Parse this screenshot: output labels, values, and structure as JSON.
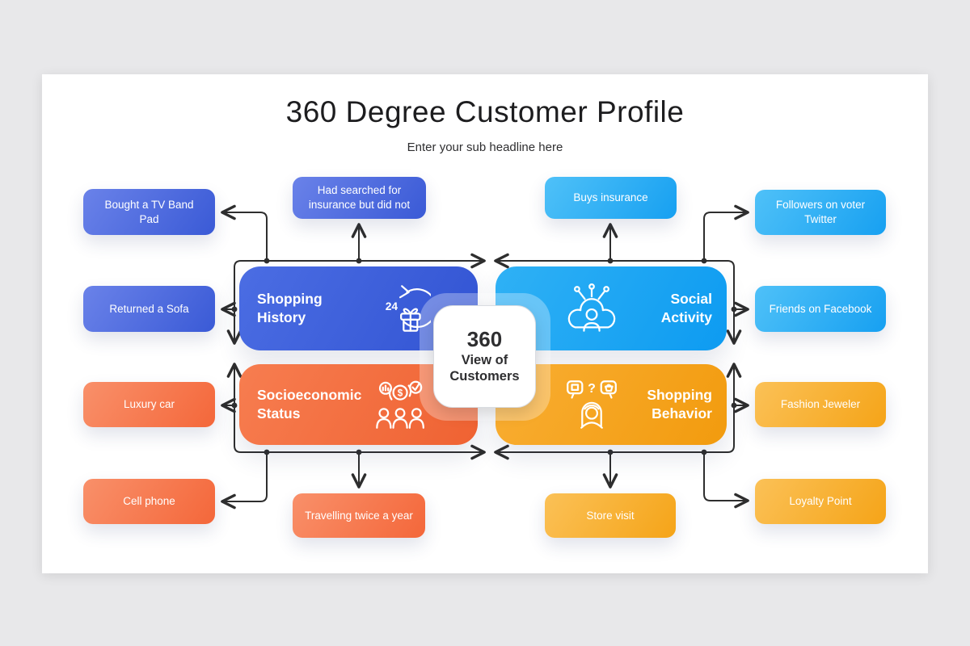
{
  "colors": {
    "page_background": "#e8e8ea",
    "slide_background": "#ffffff",
    "connector": "#2e2e2e",
    "blue_gradient": [
      "#6a82e9",
      "#3a5ad6"
    ],
    "royal_blue_gradient": [
      "#4b6de3",
      "#3254d3"
    ],
    "sky_gradient": [
      "#4fc1f8",
      "#17a0f1"
    ],
    "deep_sky_gradient": [
      "#2fb1f5",
      "#0d9bf1"
    ],
    "orange_gradient": [
      "#f9906a",
      "#f4673a"
    ],
    "deep_orange_gradient": [
      "#f77d50",
      "#ef6232"
    ],
    "amber_gradient": [
      "#fbc157",
      "#f5a418"
    ],
    "deep_amber_gradient": [
      "#f9ae33",
      "#f29b0e"
    ]
  },
  "header": {
    "title": "360 Degree Customer Profile",
    "subtitle": "Enter your sub headline here"
  },
  "center": {
    "value": "360",
    "line2": "View of",
    "line3": "Customers"
  },
  "quadrants": [
    {
      "title": "Shopping History",
      "icon": "clock-24-gift-icon"
    },
    {
      "title": "Social Activity",
      "icon": "social-network-user-icon"
    },
    {
      "title": "Socioeconomic Status",
      "icon": "economy-group-icon"
    },
    {
      "title": "Shopping Behavior",
      "icon": "shopper-decision-icon"
    }
  ],
  "icon_glyphs": {
    "hours": "24",
    "dollar": "$",
    "question": "?"
  },
  "satellites": [
    {
      "label": "Bought a TV Band Pad"
    },
    {
      "label": "Returned a Sofa"
    },
    {
      "label": "Luxury car"
    },
    {
      "label": "Cell phone"
    },
    {
      "label": "Had searched for insurance but did not"
    },
    {
      "label": "Buys insurance"
    },
    {
      "label": "Followers on voter Twitter"
    },
    {
      "label": "Friends on Facebook"
    },
    {
      "label": "Fashion Jeweler"
    },
    {
      "label": "Loyalty Point"
    },
    {
      "label": "Travelling twice a year"
    },
    {
      "label": "Store visit"
    }
  ]
}
